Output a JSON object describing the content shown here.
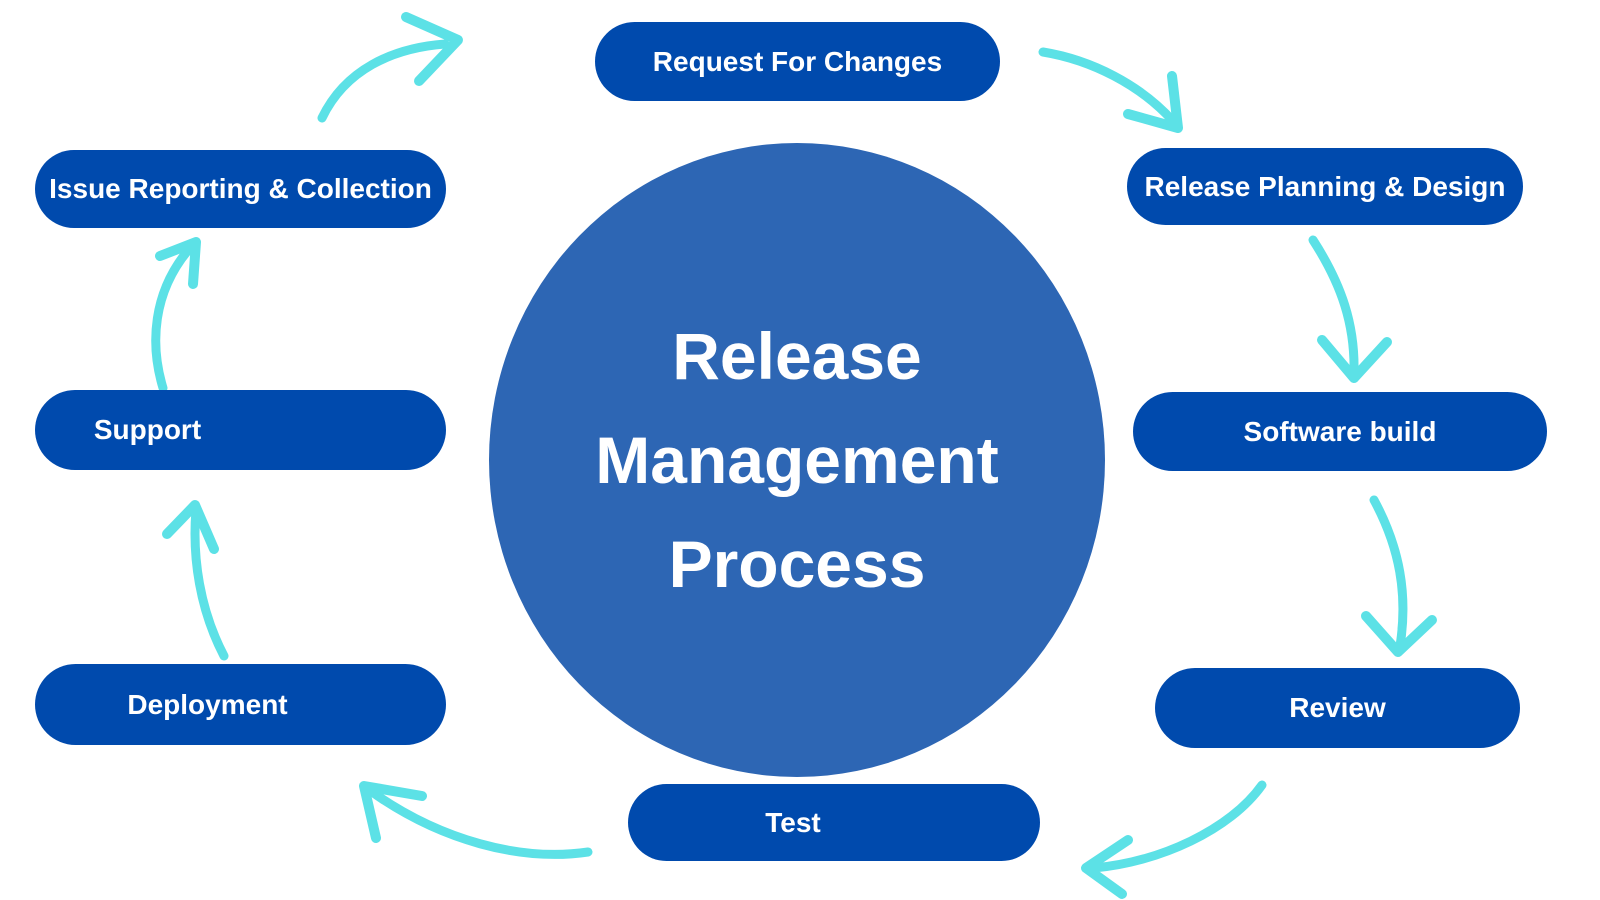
{
  "diagram": {
    "title": "Release Management Process",
    "center": {
      "lines": [
        "Release",
        "Management",
        "Process"
      ]
    },
    "steps": [
      {
        "id": "request-for-changes",
        "label": "Request For Changes"
      },
      {
        "id": "release-planning-and-design",
        "label": "Release Planning & Design"
      },
      {
        "id": "software-build",
        "label": "Software build"
      },
      {
        "id": "review",
        "label": "Review"
      },
      {
        "id": "test",
        "label": "Test"
      },
      {
        "id": "deployment",
        "label": "Deployment"
      },
      {
        "id": "support",
        "label": "Support"
      },
      {
        "id": "issue-reporting-collection",
        "label": "Issue Reporting & Collection"
      }
    ],
    "flow_direction": "clockwise",
    "colors": {
      "background": "#ffffff",
      "pill_fill": "#004aad",
      "circle_fill": "#2d66b4",
      "arrow": "#5ce1e6",
      "text": "#ffffff"
    }
  }
}
